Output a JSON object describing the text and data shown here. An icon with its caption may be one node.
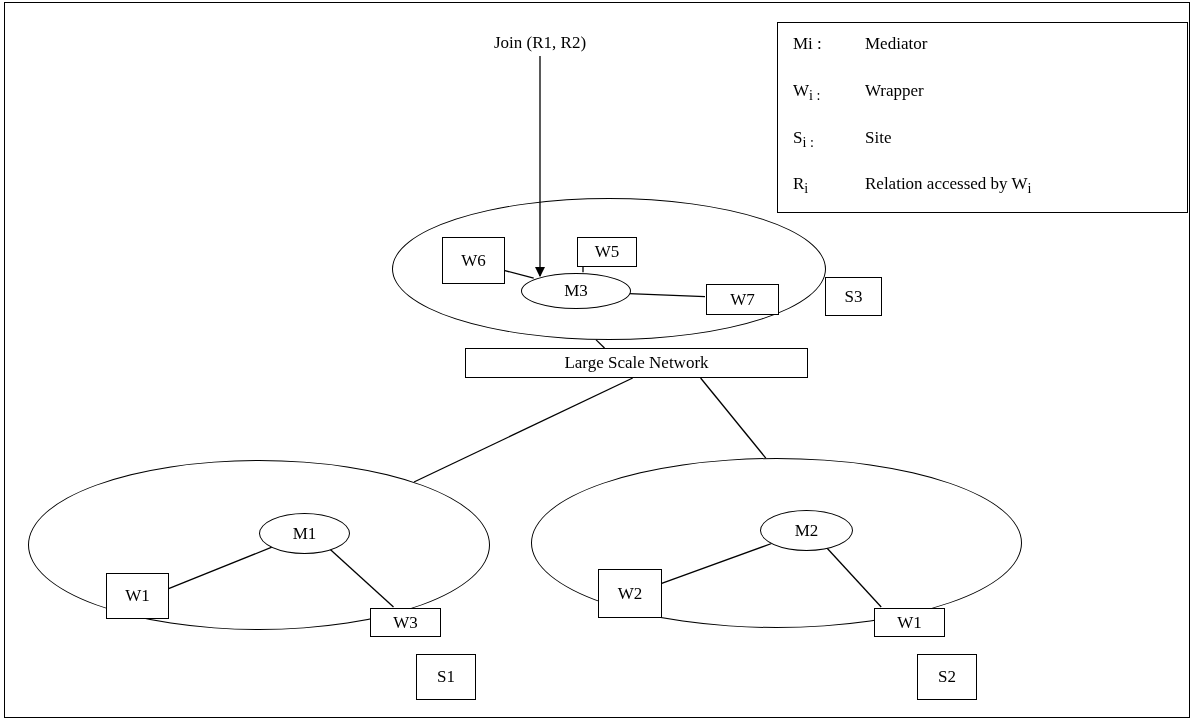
{
  "diagram": {
    "nodes": [
      {
        "text": [
          "Join (R1, R2)"
        ]
      },
      {
        "text": [],
        "shape": "ellipse"
      },
      {
        "text": [
          "W5"
        ],
        "in": 1
      },
      {
        "text": [
          "W6"
        ],
        "in": 1
      },
      {
        "text": [
          "M3"
        ],
        "in": 1
      },
      {
        "text": [
          "W7"
        ],
        "in": 1
      },
      {
        "text": [
          "S3"
        ]
      },
      {
        "text": [
          "Large Scale Network"
        ]
      },
      {
        "text": [],
        "shape": "ellipse"
      },
      {
        "text": [
          "M1"
        ],
        "in": 8
      },
      {
        "text": [
          "W1"
        ],
        "in": 8
      },
      {
        "text": [
          "W3"
        ],
        "in": 8
      },
      {
        "text": [
          "S1"
        ]
      },
      {
        "text": [],
        "shape": "ellipse"
      },
      {
        "text": [
          "M2"
        ],
        "in": 13
      },
      {
        "text": [
          "W2"
        ],
        "in": 13
      },
      {
        "text": [
          "W1"
        ],
        "in": 13
      },
      {
        "text": [
          "S2"
        ]
      }
    ],
    "edges": [
      {
        "from": 0,
        "to": 4,
        "arrow": "to"
      },
      {
        "from": 2,
        "to": 4,
        "arrow": "none"
      },
      {
        "from": 3,
        "to": 4,
        "arrow": "none"
      },
      {
        "from": 4,
        "to": 5,
        "arrow": "none"
      },
      {
        "from": 1,
        "to": 7,
        "arrow": "none"
      },
      {
        "from": 7,
        "to": 8,
        "arrow": "none"
      },
      {
        "from": 7,
        "to": 13,
        "arrow": "none"
      },
      {
        "from": 9,
        "to": 10,
        "arrow": "none"
      },
      {
        "from": 9,
        "to": 11,
        "arrow": "none"
      },
      {
        "from": 14,
        "to": 15,
        "arrow": "none"
      },
      {
        "from": 14,
        "to": 16,
        "arrow": "none"
      }
    ],
    "labels": [
      "Mi :",
      "Mediator",
      "W$_{i :}$",
      "Wrapper",
      "S$_{i :}$",
      "Site",
      "R$_{i}$",
      "Relation accessed by W$_{i}$"
    ]
  }
}
